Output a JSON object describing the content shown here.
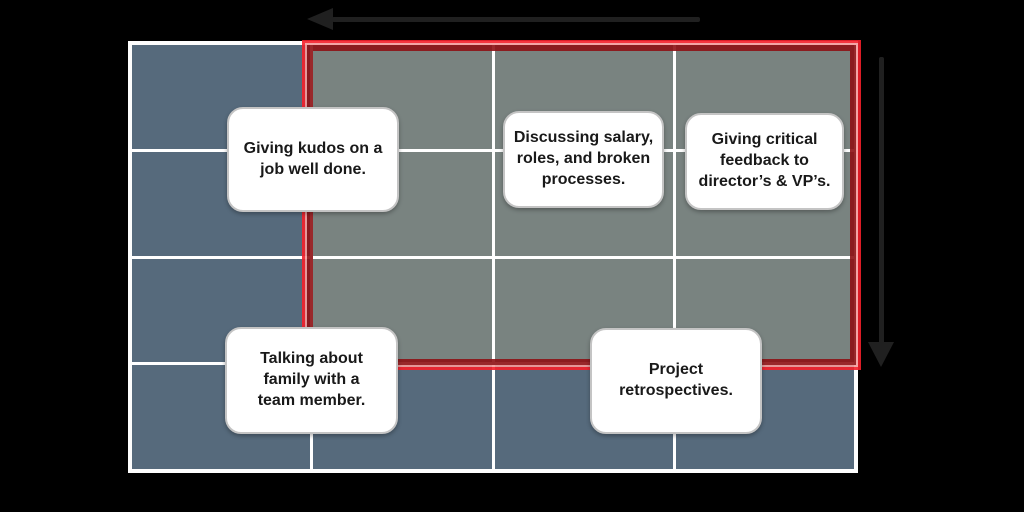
{
  "canvas": {
    "background_color": "#000000"
  },
  "board": {
    "rows": 4,
    "cols": 4,
    "grid_line_color": "#ffffff",
    "cell_color_outside_region": "#566a7c",
    "cell_color_inside_region": "#798380"
  },
  "highlight_region": {
    "covers_columns": "2-4",
    "covers_rows": "1-3",
    "border_outer_color": "#f5202b",
    "border_mid_color": "#f49c9c",
    "border_inner_color": "#8e1115"
  },
  "arrows": {
    "color": "#202020",
    "top_arrow_direction": "left",
    "right_arrow_direction": "down"
  },
  "cards": [
    {
      "label": "Giving kudos on a\njob well done."
    },
    {
      "label": "Discussing salary,\nroles, and broken\nprocesses."
    },
    {
      "label": "Giving critical\nfeedback to\ndirector’s & VP’s."
    },
    {
      "label": "Talking about\nfamily with a\nteam member."
    },
    {
      "label": "Project\nretrospectives."
    }
  ]
}
